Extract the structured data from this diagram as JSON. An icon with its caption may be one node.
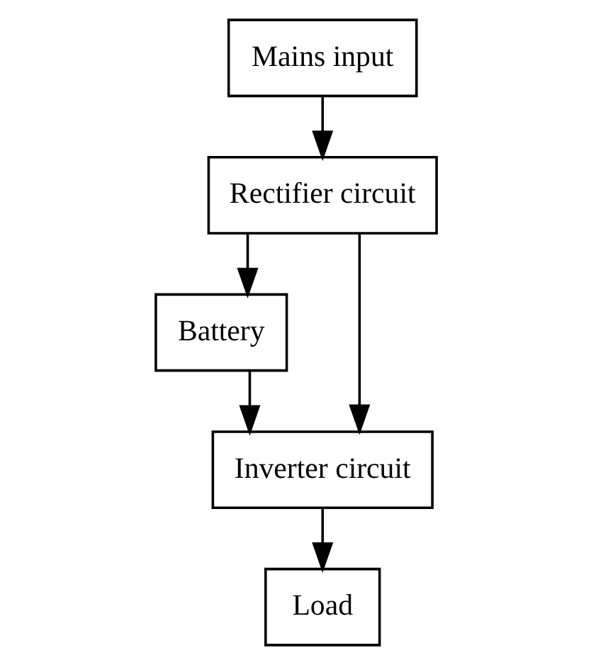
{
  "diagram": {
    "nodes": [
      {
        "text": [
          "Mains input"
        ]
      },
      {
        "text": [
          "Rectifier circuit"
        ]
      },
      {
        "text": [
          "Battery"
        ]
      },
      {
        "text": [
          "Inverter circuit"
        ]
      },
      {
        "text": [
          "Load"
        ]
      }
    ],
    "edges": [
      {
        "from": 0,
        "to": 1,
        "arrow": "to"
      },
      {
        "from": 1,
        "to": 3,
        "arrow": "to"
      },
      {
        "from": 1,
        "to": 2,
        "arrow": "to"
      },
      {
        "from": 2,
        "to": 3,
        "arrow": "to"
      },
      {
        "from": 3,
        "to": 4,
        "arrow": "to"
      }
    ]
  }
}
